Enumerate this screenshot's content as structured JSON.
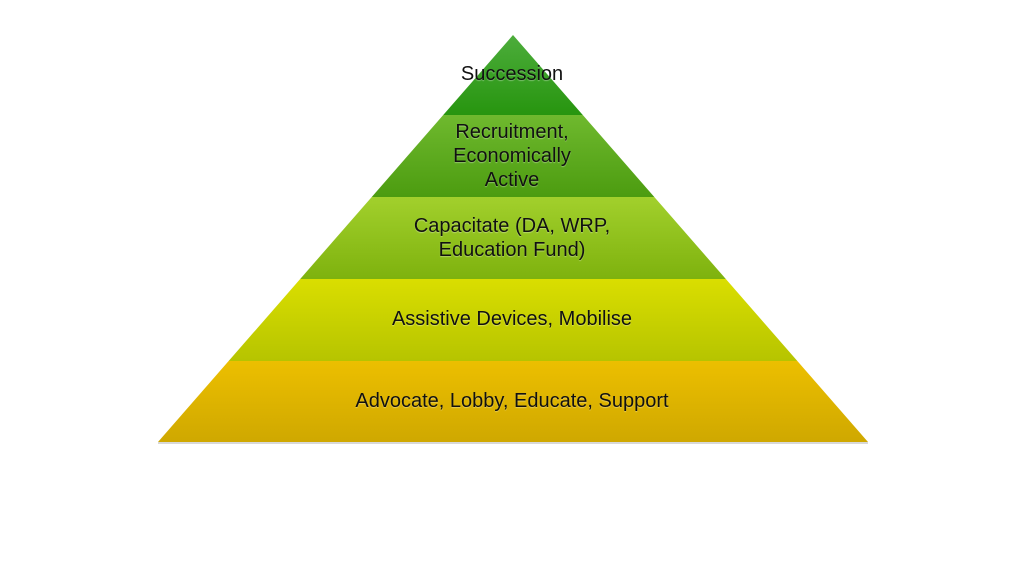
{
  "pyramid": {
    "levels": [
      {
        "lines": [
          "Succession"
        ],
        "color_top": "#4fae3e",
        "color_bottom": "#27950f"
      },
      {
        "lines": [
          "Recruitment,",
          "Economically",
          "Active"
        ],
        "color_top": "#6fb92e",
        "color_bottom": "#4c9c10"
      },
      {
        "lines": [
          "Capacitate (DA, WRP,",
          "Education Fund)"
        ],
        "color_top": "#a2d02c",
        "color_bottom": "#7eb20e"
      },
      {
        "lines": [
          "Assistive Devices, Mobilise"
        ],
        "color_top": "#dade00",
        "color_bottom": "#b6c400"
      },
      {
        "lines": [
          "Advocate, Lobby, Educate, Support"
        ],
        "color_top": "#ecbf00",
        "color_bottom": "#cfa800"
      }
    ]
  }
}
